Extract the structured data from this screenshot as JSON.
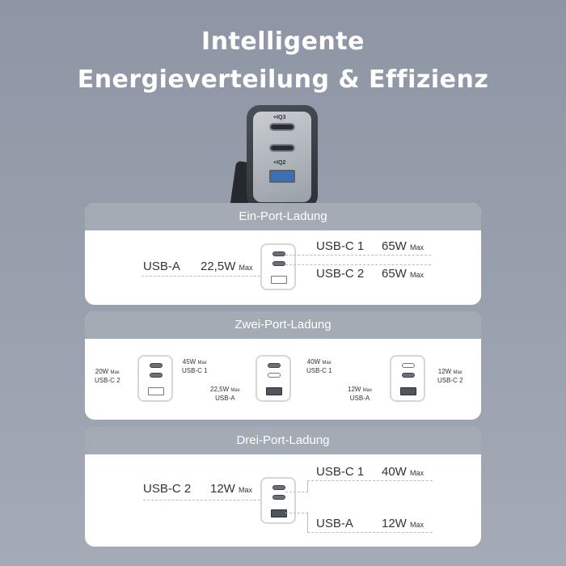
{
  "title": {
    "line1": "Intelligente",
    "line2": "Energieverteilung & Effizienz"
  },
  "device": {
    "iq1": "+IQ3",
    "iq2": "+IQ2"
  },
  "panel1": {
    "header": "Ein-Port-Ladung",
    "usbc1": {
      "name": "USB-C 1",
      "watt": "65W",
      "max": "Max"
    },
    "usbc2": {
      "name": "USB-C 2",
      "watt": "65W",
      "max": "Max"
    },
    "usba": {
      "name": "USB-A",
      "watt": "22,5W",
      "max": "Max"
    }
  },
  "panel2": {
    "header": "Zwei-Port-Ladung",
    "g1": {
      "l_watt": "20W",
      "l_max": "Max",
      "l_port": "USB-C 2",
      "r_watt": "45W",
      "r_max": "Max",
      "r_port": "USB-C 1"
    },
    "g2": {
      "l_watt": "22,5W",
      "l_max": "Max",
      "l_port": "USB-A",
      "r_watt": "40W",
      "r_max": "Max",
      "r_port": "USB-C 1"
    },
    "g3": {
      "l_watt": "12W",
      "l_max": "Max",
      "l_port": "USB-A",
      "r_watt": "12W",
      "r_max": "Max",
      "r_port": "USB-C 2"
    }
  },
  "panel3": {
    "header": "Drei-Port-Ladung",
    "usbc1": {
      "name": "USB-C 1",
      "watt": "40W",
      "max": "Max"
    },
    "usbc2": {
      "name": "USB-C 2",
      "watt": "12W",
      "max": "Max"
    },
    "usba": {
      "name": "USB-A",
      "watt": "12W",
      "max": "Max"
    }
  }
}
